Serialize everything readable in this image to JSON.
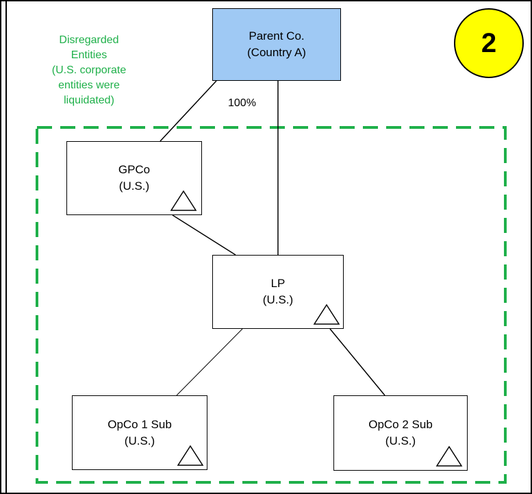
{
  "diagram": {
    "badge": "2",
    "group_label": [
      "Disregarded",
      "Entities",
      "(U.S. corporate",
      "entities were",
      "liquidated)"
    ],
    "ownership_label": "100%",
    "colors": {
      "group_border": "#1fb04a",
      "parent_fill": "#9fc9f4",
      "badge_fill": "#ffff00"
    },
    "entities": [
      {
        "id": "parent",
        "name": "Parent Co.",
        "jurisdiction": "(Country A)",
        "has_triangle": false
      },
      {
        "id": "gpco",
        "name": "GPCo",
        "jurisdiction": "(U.S.)",
        "has_triangle": true
      },
      {
        "id": "lp",
        "name": "LP",
        "jurisdiction": "(U.S.)",
        "has_triangle": true
      },
      {
        "id": "opco1",
        "name": "OpCo 1 Sub",
        "jurisdiction": "(U.S.)",
        "has_triangle": true
      },
      {
        "id": "opco2",
        "name": "OpCo 2 Sub",
        "jurisdiction": "(U.S.)",
        "has_triangle": true
      }
    ]
  }
}
